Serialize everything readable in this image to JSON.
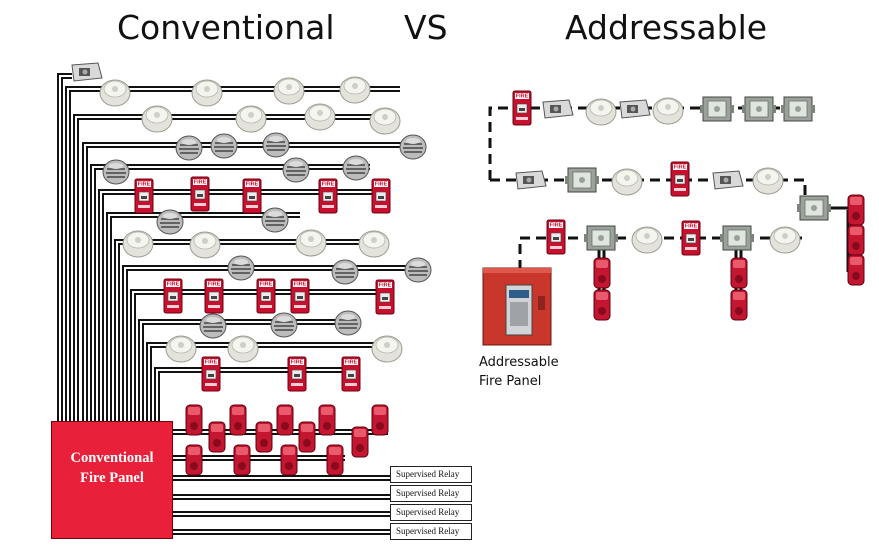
{
  "title": {
    "left": "Conventional",
    "center": "VS",
    "right": "Addressable"
  },
  "conventional_panel": {
    "line1": "Conventional",
    "line2": "Fire Panel"
  },
  "relays": [
    "Supervised Relay",
    "Supervised Relay",
    "Supervised Relay",
    "Supervised Relay"
  ],
  "addressable_panel": {
    "line1": "Addressable",
    "line2": "Fire Panel"
  },
  "device_label": "FIRE",
  "colors": {
    "panel_red": "#e8203a",
    "pull_station_red": "#c8102e",
    "wire": "#111111"
  }
}
